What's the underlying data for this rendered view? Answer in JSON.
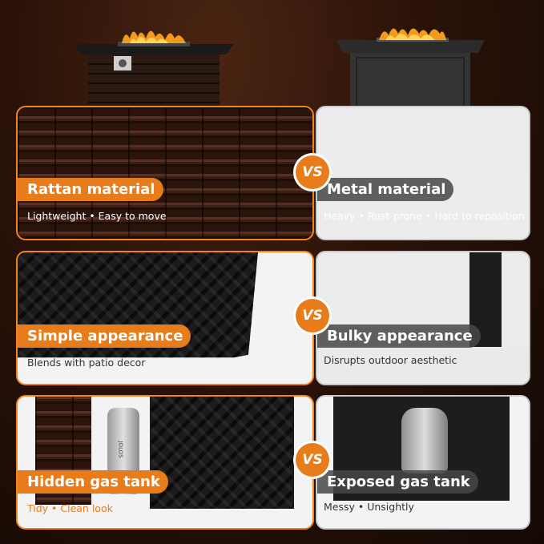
{
  "rows": [
    {
      "left": {
        "title": "Rattan material",
        "subtitle": "Lightweight • Easy to move"
      },
      "vs": "VS",
      "right": {
        "title": "Metal material",
        "subtitle": "Heavy • Rust-prone • Hard to reposition"
      }
    },
    {
      "left": {
        "title": "Simple appearance",
        "subtitle": "Blends with patio decor"
      },
      "vs": "VS",
      "right": {
        "title": "Bulky appearance",
        "subtitle": "Disrupts outdoor aesthetic"
      }
    },
    {
      "left": {
        "title": "Hidden gas tank",
        "subtitle": "Tidy • Clean look"
      },
      "vs": "VS",
      "right": {
        "title": "Exposed gas tank",
        "subtitle": "Messy • Unsightly"
      }
    }
  ],
  "tank_text": "JOLOS",
  "colors": {
    "accent": "#e87b1a",
    "background": "#2a1208"
  }
}
